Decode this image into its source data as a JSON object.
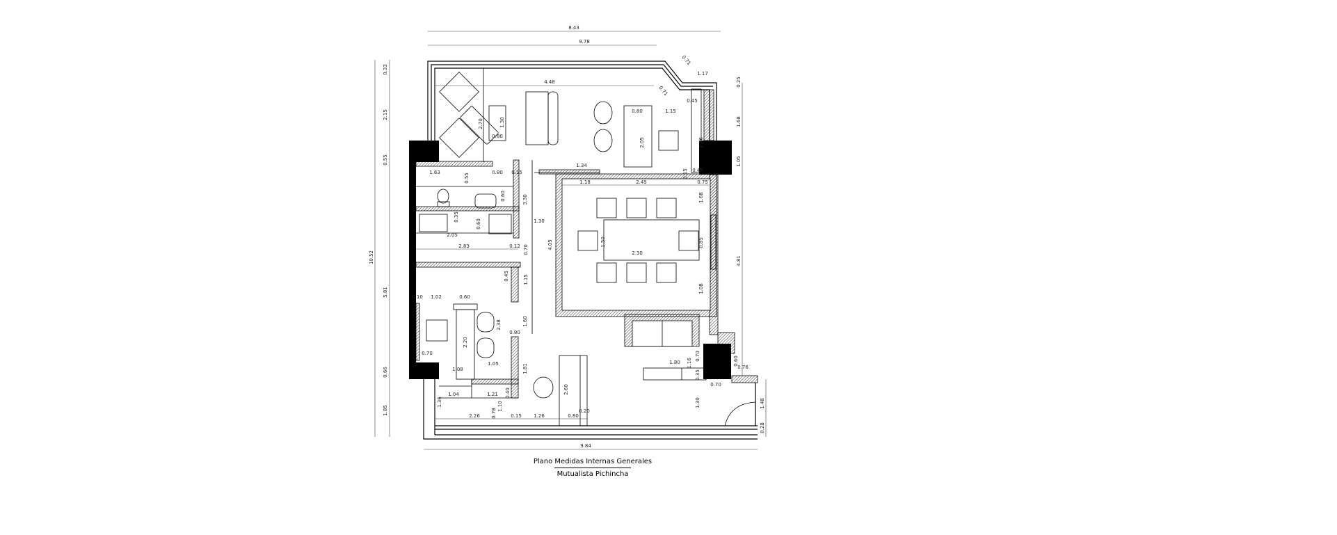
{
  "title": "Plano Medidas Internas Generales",
  "subtitle": "Mutualista Pichincha",
  "dimensions": [
    "8.43",
    "9.78",
    "0.71",
    "1.17",
    "4.48",
    "0.71",
    "0.45",
    "0.80",
    "1.15",
    "2.05",
    "2.56",
    "2.70",
    "1.30",
    "0.80",
    "0.15",
    "0.33",
    "2.15",
    "0.55",
    "5.81",
    "0.66",
    "1.85",
    "10.52",
    "0.25",
    "1.68",
    "1.05",
    "4.81",
    "1.48",
    "0.28",
    "1.63",
    "0.80",
    "0.55",
    "0.60",
    "3.30",
    "1.30",
    "0.35",
    "0.60",
    "2.05",
    "2.83",
    "0.12",
    "0.70",
    "4.05",
    "0.45",
    "1.15",
    "1.34",
    "1.18",
    "2.45",
    "0.75",
    "1.68",
    "1.50",
    "2.30",
    "0.85",
    "1.08",
    "0.45",
    "0.15",
    "0.10",
    "1.02",
    "0.60",
    "2.20",
    "2.38",
    "1.60",
    "0.80",
    "0.70",
    "1.05",
    "1.08",
    "1.81",
    "0.40",
    "1.04",
    "1.21",
    "1.36",
    "0.78",
    "1.10",
    "2.26",
    "0.15",
    "1.26",
    "2.60",
    "0.80",
    "0.20",
    "1.80",
    "1.16",
    "0.70",
    "0.35",
    "0.76",
    "0.70",
    "1.30",
    "0.60",
    "9.84"
  ]
}
